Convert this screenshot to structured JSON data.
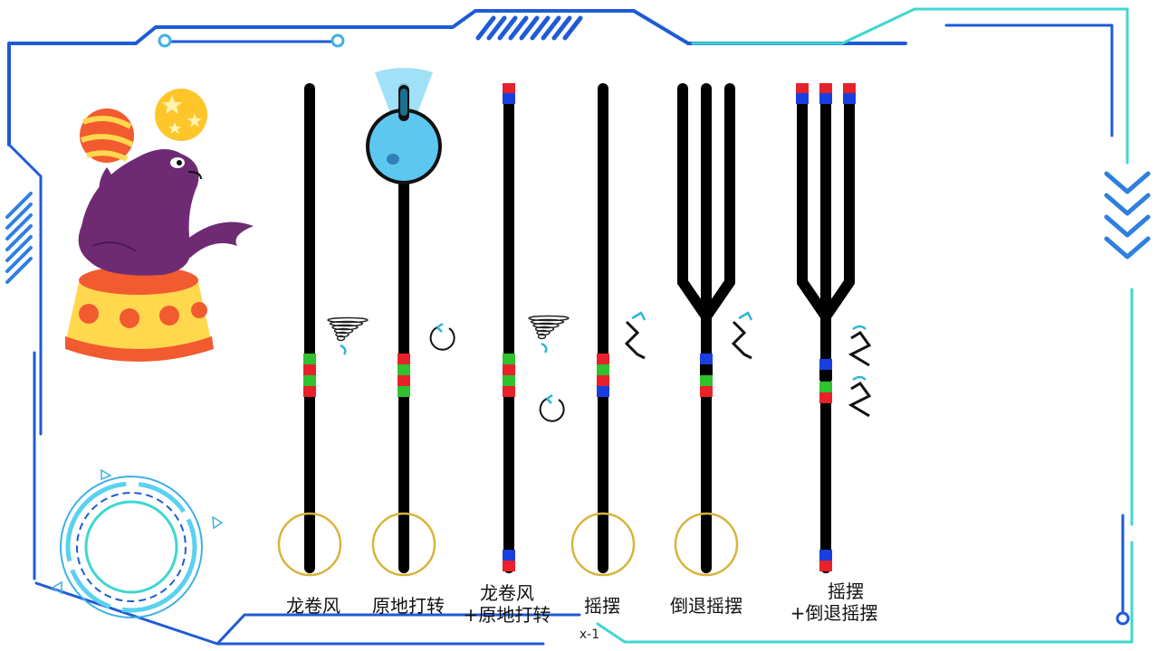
{
  "tracks": [
    {
      "id": "tornado",
      "label_lines": [
        "龙卷风"
      ]
    },
    {
      "id": "spin",
      "label_lines": [
        "原地打转"
      ]
    },
    {
      "id": "tornado-spin",
      "label_lines": [
        "龙卷风",
        "+原地打转"
      ]
    },
    {
      "id": "swing",
      "label_lines": [
        "摇摆"
      ]
    },
    {
      "id": "reverse-swing",
      "label_lines": [
        "倒退摇摆"
      ]
    },
    {
      "id": "swing-reverse-swing",
      "label_lines": [
        "摇摆",
        "+倒退摇摆"
      ]
    }
  ],
  "page_number": "x-1",
  "colors": {
    "frame_blue": "#1e5bd6",
    "frame_cyan": "#3fd6d0",
    "line": "#000000",
    "red": "#e8212a",
    "green": "#2ec22e",
    "blue": "#1a3fe0",
    "ring": "#d8b43c",
    "robot": "#5cc8ef",
    "seal": "#6e2b73",
    "podium_red": "#f25a30",
    "podium_yellow": "#ffd84d"
  },
  "icons": [
    "seal-juggling-icon",
    "tornado-icon",
    "rotate-icon",
    "zigzag-icon",
    "hud-ring-icon",
    "robot-icon"
  ]
}
